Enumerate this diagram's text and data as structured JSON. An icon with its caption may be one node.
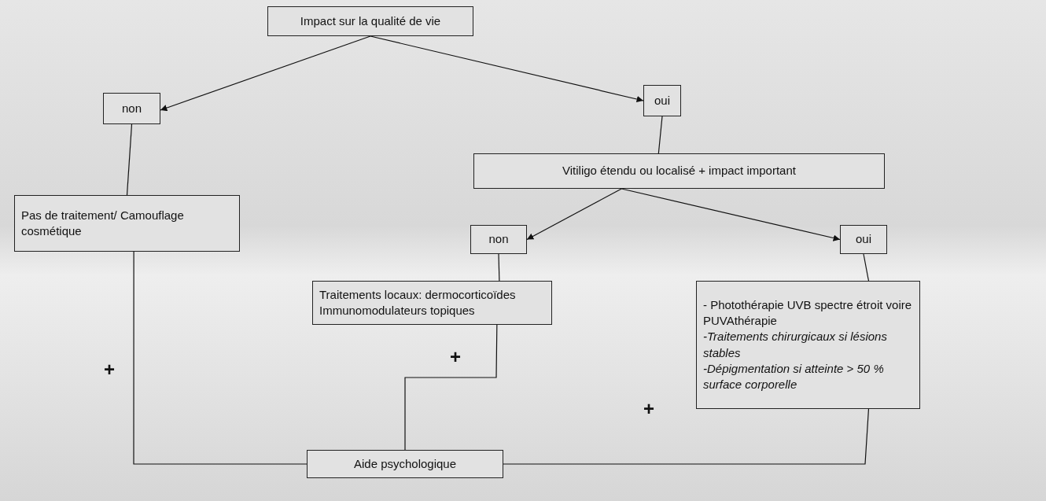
{
  "diagram": {
    "nodes": [
      {
        "text": [
          "Impact sur la qualité de vie"
        ]
      },
      {
        "text": [
          "non"
        ]
      },
      {
        "text": [
          "oui"
        ]
      },
      {
        "text": [
          "Vitiligo étendu ou localisé + impact important"
        ]
      },
      {
        "text": [
          "Pas de traitement/ Camouflage cosmétique"
        ]
      },
      {
        "text": [
          "non"
        ]
      },
      {
        "text": [
          "oui"
        ]
      },
      {
        "text": [
          "Traitements locaux: dermocorticoïdes",
          "Immunomodulateurs topiques"
        ]
      },
      {
        "text": [
          "- Photothérapie UVB spectre étroit voire PUVAthérapie",
          "-Traitements chirurgicaux si lésions stables",
          "-Dépigmentation si atteinte > 50 % surface corporelle"
        ]
      },
      {
        "text": [
          "Aide psychologique"
        ]
      }
    ],
    "edges": [
      {
        "from": 0,
        "to": 1,
        "arrow": "to"
      },
      {
        "from": 0,
        "to": 2,
        "arrow": "to"
      },
      {
        "from": 2,
        "to": 3,
        "arrow": "none"
      },
      {
        "from": 3,
        "to": 5,
        "arrow": "to"
      },
      {
        "from": 3,
        "to": 6,
        "arrow": "to"
      },
      {
        "from": 1,
        "to": 4,
        "arrow": "none"
      },
      {
        "from": 5,
        "to": 7,
        "arrow": "none"
      },
      {
        "from": 6,
        "to": 8,
        "arrow": "none"
      },
      {
        "from": 4,
        "to": 9,
        "arrow": "none"
      },
      {
        "from": 7,
        "to": 9,
        "arrow": "none"
      },
      {
        "from": 8,
        "to": 9,
        "arrow": "none"
      }
    ],
    "labels": [
      "+",
      "+",
      "+"
    ]
  }
}
